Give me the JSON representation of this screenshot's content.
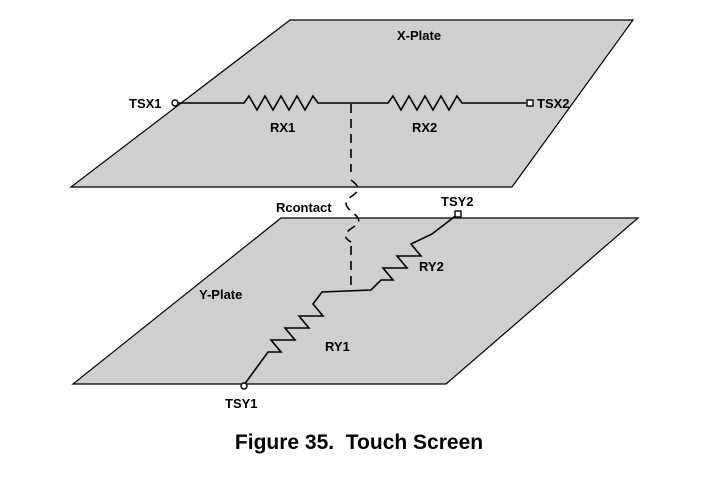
{
  "diagram": {
    "x_plate_label": "X-Plate",
    "y_plate_label": "Y-Plate",
    "terminals": {
      "tsx1": "TSX1",
      "tsx2": "TSX2",
      "tsy1": "TSY1",
      "tsy2": "TSY2"
    },
    "resistors": {
      "rx1": "RX1",
      "rx2": "RX2",
      "ry1": "RY1",
      "ry2": "RY2",
      "rcontact": "Rcontact"
    }
  },
  "caption": "Figure 35.  Touch Screen"
}
